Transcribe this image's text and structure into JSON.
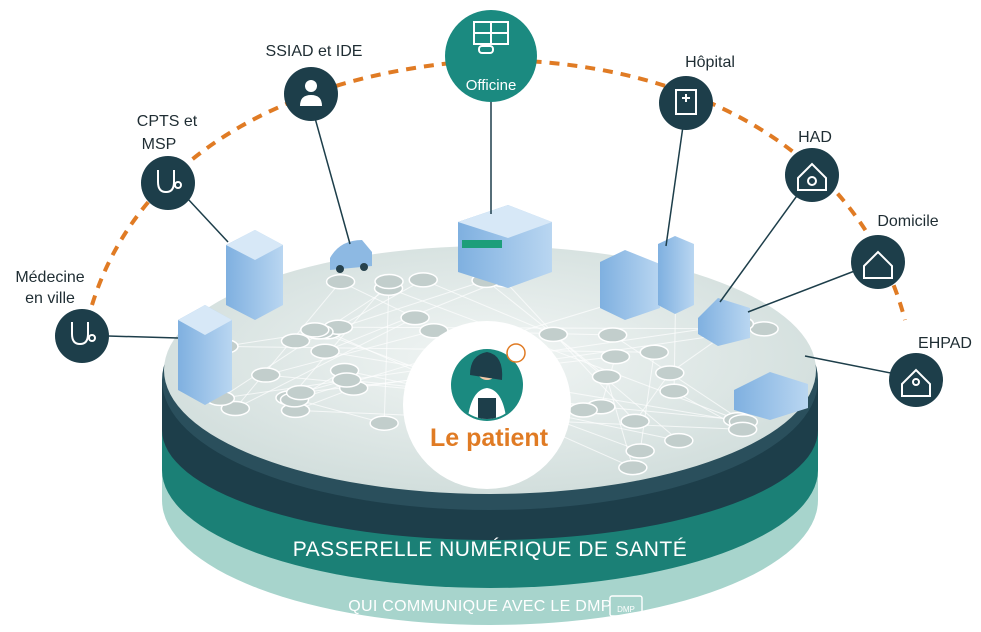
{
  "colors": {
    "accent_orange": "#e07b24",
    "node_dark": "#1d3e4a",
    "teal": "#1e8a80",
    "teal_dark": "#155e5a",
    "disc_top": "#e4eceb"
  },
  "nodes": {
    "medecine": {
      "line1": "Médecine",
      "line2": "en ville",
      "icon": "stethoscope-icon"
    },
    "cpts": {
      "line1": "CPTS et",
      "line2": "MSP",
      "icon": "stethoscope-icon"
    },
    "ssiad": {
      "label": "SSIAD et IDE",
      "icon": "nurse-icon"
    },
    "officine": {
      "label": "Officine",
      "icon": "pharmacy-icon"
    },
    "hopital": {
      "label": "Hôpital",
      "icon": "hospital-icon"
    },
    "had": {
      "label": "HAD",
      "icon": "home-care-icon"
    },
    "domicile": {
      "label": "Domicile",
      "icon": "house-icon"
    },
    "ehpad": {
      "label": "EHPAD",
      "icon": "elderly-home-icon"
    }
  },
  "center": {
    "label": "Le patient"
  },
  "band": {
    "line1": "PASSERELLE  NUMÉRIQUE DE SANTÉ",
    "line2": "QUI COMMUNIQUE AVEC LE DMP",
    "dmp_logo": "DMP"
  }
}
